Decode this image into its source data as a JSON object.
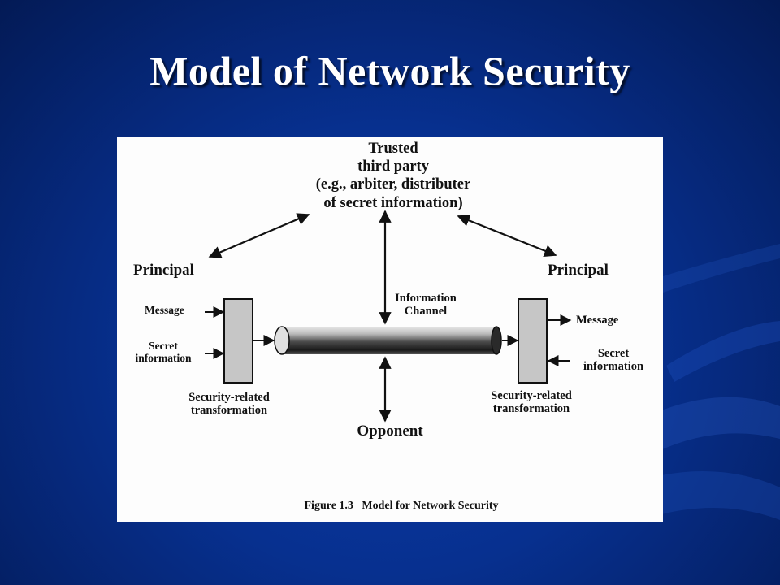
{
  "slide": {
    "title": "Model of Network Security",
    "colors": {
      "background": "#07308f",
      "title_text": "#ffffff",
      "figure_background": "#fdfdfd"
    }
  },
  "figure": {
    "trusted_party": "Trusted\nthird party\n(e.g., arbiter, distributer\nof secret information)",
    "principal_left": "Principal",
    "principal_right": "Principal",
    "message_left": "Message",
    "secret_left": "Secret\ninformation",
    "transformation_left": "Security-related\ntransformation",
    "information_channel": "Information\nChannel",
    "message_right": "Message",
    "secret_right": "Secret\ninformation",
    "transformation_right": "Security-related\ntransformation",
    "opponent": "Opponent",
    "caption": "Figure 1.3   Model for Network Security"
  }
}
